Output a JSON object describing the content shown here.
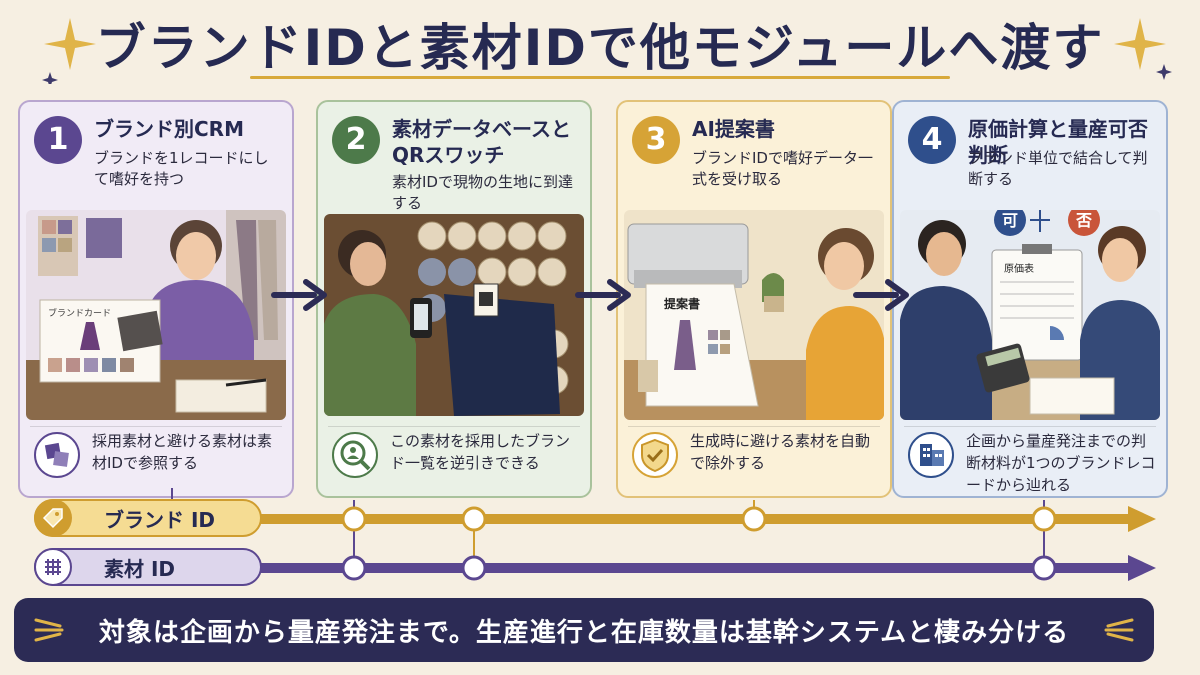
{
  "title": "ブランドIDと素材IDで他モジュールへ渡す",
  "steps": [
    {
      "number": "1",
      "title": "ブランド別CRM",
      "description": "ブランドを1レコードにして嗜好を持つ",
      "illustration_label": "ブランドカード",
      "bottom_text": "採用素材と避ける素材は素材IDで参照する",
      "icon": "fabric-swatch-icon"
    },
    {
      "number": "2",
      "title": "素材データベースとQRスワッチ",
      "description": "素材IDで現物の生地に到達する",
      "illustration_label": "",
      "bottom_text": "この素材を採用したブランド一覧を逆引きできる",
      "icon": "people-search-icon"
    },
    {
      "number": "3",
      "title": "AI提案書",
      "description": "ブランドIDで嗜好データ一式を受け取る",
      "illustration_label": "提案書",
      "bottom_text": "生成時に避ける素材を自動で除外する",
      "icon": "shield-check-icon"
    },
    {
      "number": "4",
      "title": "原価計算と量産可否判断",
      "description": "ブランド単位で結合して判断する",
      "illustration_label": "原価表",
      "badge_ok": "可",
      "badge_ng": "否",
      "bottom_text": "企画から量産発注までの判断材料が1つのブランドレコードから辿れる",
      "icon": "building-icon"
    }
  ],
  "lanes": [
    {
      "label": "ブランド ID",
      "icon": "tag-icon",
      "color": "#cf9d2f"
    },
    {
      "label": "素材 ID",
      "icon": "fabric-grid-icon",
      "color": "#5b4790"
    }
  ],
  "footer": "対象は企画から量産発注まで。生産進行と在庫数量は基幹システムと棲み分ける",
  "colors": {
    "navy": "#262a52",
    "purple": "#5b4790",
    "green": "#4d7a4a",
    "gold": "#d6a336",
    "blue": "#2f4f8c"
  }
}
